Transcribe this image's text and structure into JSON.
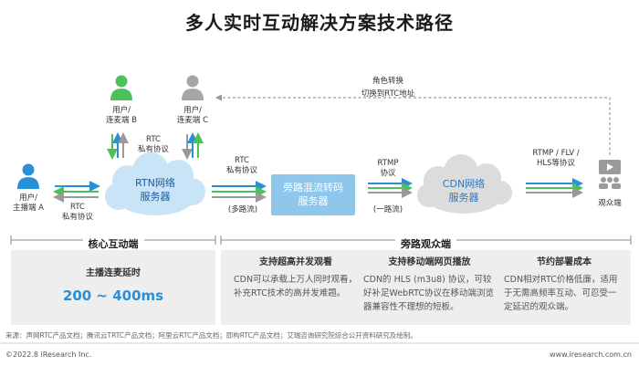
{
  "title": "多人实时互动解决方案技术路径",
  "colors": {
    "rtc": "#4bc15c",
    "cdn": "#2b8fd6",
    "arrow_gray": "#9a9a9a",
    "cloud_blue": "#c9e4f6",
    "cloud_gray": "#d9d9d9",
    "text_blue": "#2a79c4"
  },
  "nodes": {
    "user_b": {
      "line1": "用户/",
      "line2": "连麦端 B"
    },
    "user_c": {
      "line1": "用户/",
      "line2": "连麦端 C"
    },
    "user_a": {
      "line1": "用户/",
      "line2": "主播端 A"
    },
    "rtn": {
      "line1": "RTN网络",
      "line2": "服务器"
    },
    "bypass": {
      "line1": "旁路混流转码",
      "line2": "服务器"
    },
    "cdn": {
      "line1": "CDN网络",
      "line2": "服务器"
    },
    "viewer": {
      "label": "观众端"
    }
  },
  "edges": {
    "a_rtn": {
      "line1": "RTC",
      "line2": "私有协议"
    },
    "bc_rtn": {
      "line1": "RTC",
      "line2": "私有协议"
    },
    "rtn_bypass_top": {
      "line1": "RTC",
      "line2": "私有协议"
    },
    "rtn_bypass_bottom": "(多路流)",
    "bypass_cdn_top": {
      "line1": "RTMP",
      "line2": "协议"
    },
    "bypass_cdn_bottom": "(一路流)",
    "cdn_viewer": {
      "line1": "RTMP / FLV /",
      "line2": "HLS等协议"
    },
    "feedback": {
      "line1": "角色转换",
      "line2": "切换到RTC地址"
    }
  },
  "sections": {
    "left": "核心互动端",
    "right": "旁路观众端"
  },
  "panels": {
    "left": {
      "heading": "主播连麦延时",
      "value": "200 ~ 400ms"
    },
    "col1": {
      "heading": "支持超高并发观看",
      "body": "CDN可以承载上万人同时观看，补充RTC技术的高并发难题。"
    },
    "col2": {
      "heading": "支持移动端网页播放",
      "body": "CDN的 HLS (m3u8) 协议，可较好补足WebRTC协议在移动端浏览器兼容性不理想的短板。"
    },
    "col3": {
      "heading": "节约部署成本",
      "body": "CDN相对RTC价格低廉，适用于无需高频率互动、可忍受一定延迟的观众端。"
    }
  },
  "source": "来源：声网RTC产品文档；腾讯云TRTC产品文档；阿里云RTC产品文档；即构RTC产品文档；艾瑞咨询研究院综合公开资料研究及绘制。",
  "copyright": "©2022.8 iResearch Inc.",
  "website": "www.iresearch.com.cn"
}
